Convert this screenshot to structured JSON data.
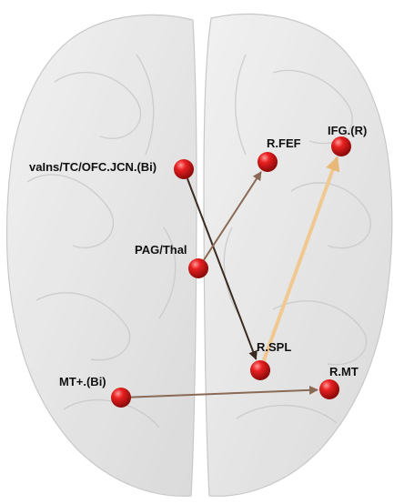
{
  "colors": {
    "node": "#e01818",
    "node_highlight": "#ff8a8a",
    "brain": "#d9d9d9",
    "dark_arrow": "#3a2a22",
    "brown_arrow": "#8a6a55",
    "tan_arrow": "#f0c890"
  },
  "nodes": {
    "vains": {
      "label": "vaIns/TC/OFC.JCN.(Bi)"
    },
    "pag": {
      "label": "PAG/Thal"
    },
    "rfef": {
      "label": "R.FEF"
    },
    "ifg": {
      "label": "IFG.(R)"
    },
    "rspl": {
      "label": "R.SPL"
    },
    "mt_bi": {
      "label": "MT+.(Bi)"
    },
    "rmt": {
      "label": "R.MT"
    }
  },
  "connections": [
    {
      "from": "vains",
      "to": "rspl",
      "color": "dark_arrow"
    },
    {
      "from": "pag",
      "to": "rfef",
      "color": "brown_arrow"
    },
    {
      "from": "rspl",
      "to": "ifg",
      "color": "tan_arrow"
    },
    {
      "from": "mt_bi",
      "to": "rmt",
      "color": "brown_arrow"
    }
  ]
}
